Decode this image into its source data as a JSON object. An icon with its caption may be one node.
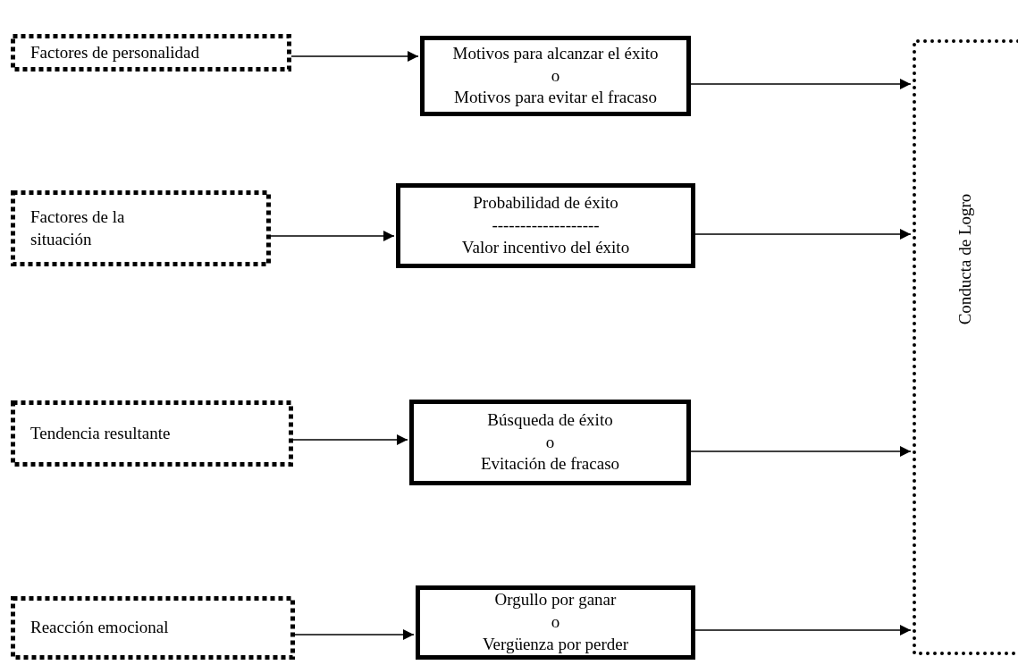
{
  "diagram": {
    "nodes": [
      {
        "text": [
          "Factores de personalidad"
        ]
      },
      {
        "text": [
          "Motivos para alcanzar el éxito",
          "o",
          "Motivos para evitar el fracaso"
        ]
      },
      {
        "text": [
          "Factores de la situación"
        ]
      },
      {
        "text": [
          "Probabilidad de éxito",
          "-------------------",
          "Valor incentivo del éxito"
        ]
      },
      {
        "text": [
          "Tendencia resultante"
        ]
      },
      {
        "text": [
          "Búsqueda de éxito",
          "o",
          "Evitación de fracaso"
        ]
      },
      {
        "text": [
          "Reacción emocional"
        ]
      },
      {
        "text": [
          "Orgullo por ganar",
          "o",
          "Vergüenza por perder"
        ]
      },
      {
        "text": [
          "Conducta de Logro"
        ]
      }
    ],
    "edges": [
      {
        "from": 0,
        "to": 1,
        "arrow": "to"
      },
      {
        "from": 1,
        "to": 8,
        "arrow": "to"
      },
      {
        "from": 2,
        "to": 3,
        "arrow": "to"
      },
      {
        "from": 3,
        "to": 8,
        "arrow": "to"
      },
      {
        "from": 4,
        "to": 5,
        "arrow": "to"
      },
      {
        "from": 5,
        "to": 8,
        "arrow": "to"
      },
      {
        "from": 6,
        "to": 7,
        "arrow": "to"
      },
      {
        "from": 7,
        "to": 8,
        "arrow": "to"
      }
    ]
  }
}
